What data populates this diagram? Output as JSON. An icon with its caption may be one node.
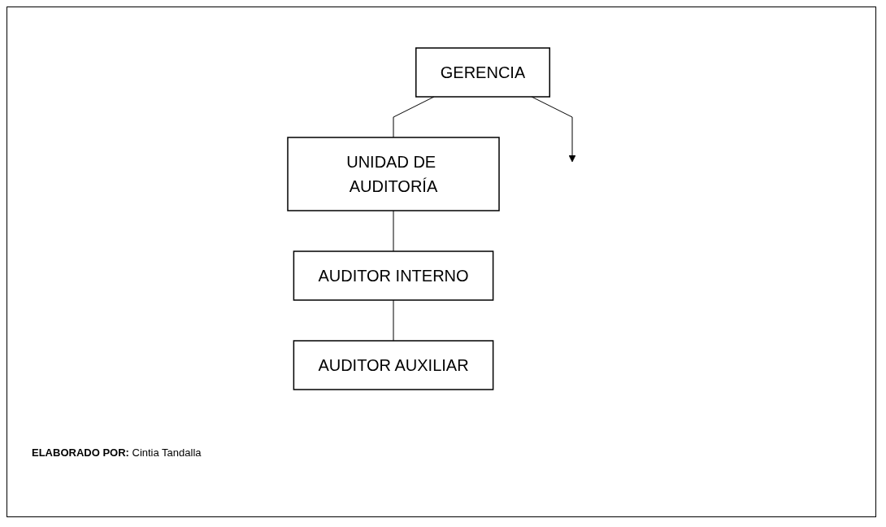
{
  "diagram": {
    "nodes": [
      {
        "text": [
          "GERENCIA"
        ]
      },
      {
        "text": [
          "UNIDAD DE AUDITORÍA"
        ]
      },
      {
        "text": [
          "AUDITOR INTERNO"
        ]
      },
      {
        "text": [
          "AUDITOR AUXILIAR"
        ]
      }
    ],
    "edges": [
      {
        "from": 0,
        "to": 1,
        "arrow": "none"
      },
      {
        "from": 1,
        "to": 2,
        "arrow": "none"
      },
      {
        "from": 2,
        "to": 3,
        "arrow": "none"
      },
      {
        "from": 0,
        "to": null,
        "arrow": "to"
      }
    ],
    "labels": [
      "**ELABORADO POR:** Cintia Tandalla"
    ]
  }
}
